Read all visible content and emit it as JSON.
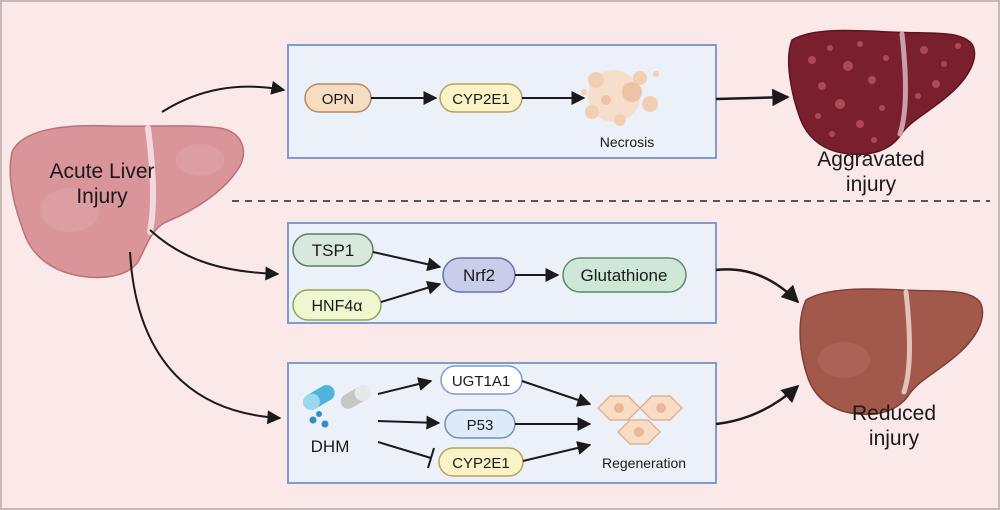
{
  "source": {
    "title_line1": "Acute Liver",
    "title_line2": "Injury"
  },
  "pathway_top": {
    "nodes": [
      "OPN",
      "CYP2E1"
    ],
    "outcome_label": "Necrosis"
  },
  "pathway_middle": {
    "inputs": [
      "TSP1",
      "HNF4α"
    ],
    "hub": "Nrf2",
    "output": "Glutathione"
  },
  "pathway_bottom": {
    "drug": "DHM",
    "targets": [
      "UGT1A1",
      "P53",
      "CYP2E1"
    ],
    "outcome_label": "Regeneration"
  },
  "results": {
    "aggravated_line1": "Aggravated",
    "aggravated_line2": "injury",
    "reduced_line1": "Reduced",
    "reduced_line2": "injury"
  },
  "colors": {
    "background": "#fbe8e8",
    "panel_fill": "#ecf1f9",
    "panel_border": "#7f9ccc",
    "opn_fill": "#f6dcc0",
    "cyp_fill": "#fbf3c8",
    "tsp1_fill": "#d8e8dc",
    "hnf4a_fill": "#eff6d2",
    "nrf2_fill": "#c9cdea",
    "glutathione_fill": "#cfe7d6",
    "ugt_fill": "#ffffff",
    "p53_fill": "#dcebf7",
    "healthy_liver": "#d9959a",
    "aggravated_liver": "#7a1f2e",
    "reduced_liver": "#a3584c"
  }
}
